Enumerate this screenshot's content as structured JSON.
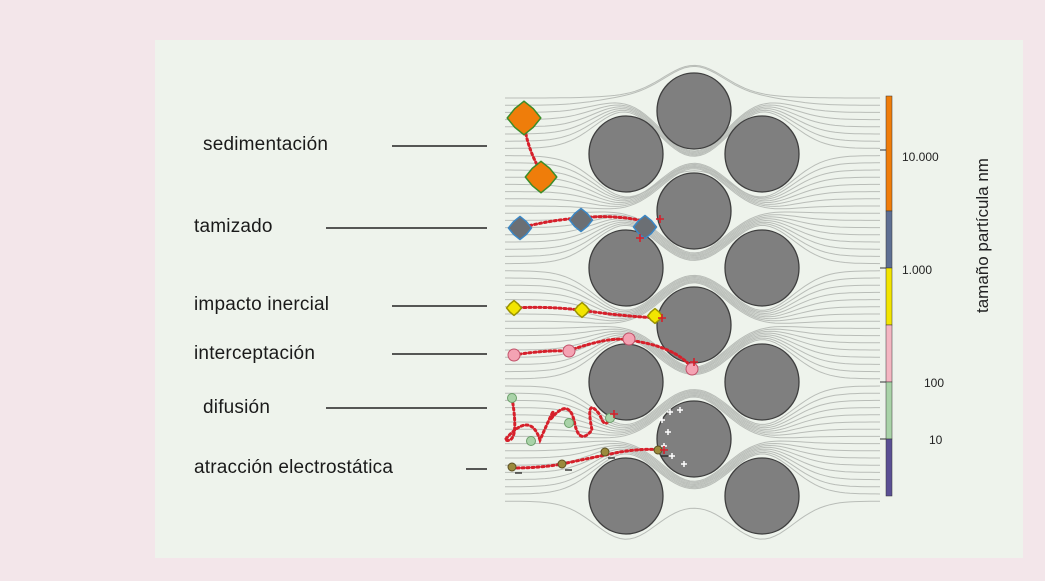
{
  "mechanisms": [
    {
      "label": "sedimentación",
      "color": "#ef7d0a"
    },
    {
      "label": "tamizado",
      "color": "#6b6f74"
    },
    {
      "label": "impacto inercial",
      "color": "#f2e500"
    },
    {
      "label": "interceptación",
      "color": "#f4a3b3"
    },
    {
      "label": "difusión",
      "color": "#a9d3a8"
    },
    {
      "label": "atracción electrostática",
      "color": "#9a8a3c"
    }
  ],
  "size_scale": {
    "title": "tamaño partícula nm",
    "ticks": [
      "10.000",
      "1.000",
      "100",
      "10"
    ],
    "segments": [
      {
        "color": "#ef7d0a"
      },
      {
        "color": "#5e6f93"
      },
      {
        "color": "#f2e500"
      },
      {
        "color": "#f4b6c2"
      },
      {
        "color": "#a9d3a8"
      },
      {
        "color": "#5a4f94"
      }
    ]
  },
  "colors": {
    "fiber": "#7f7f7f",
    "streamline": "#b9bdb8",
    "trajectory": "#d6202b"
  }
}
